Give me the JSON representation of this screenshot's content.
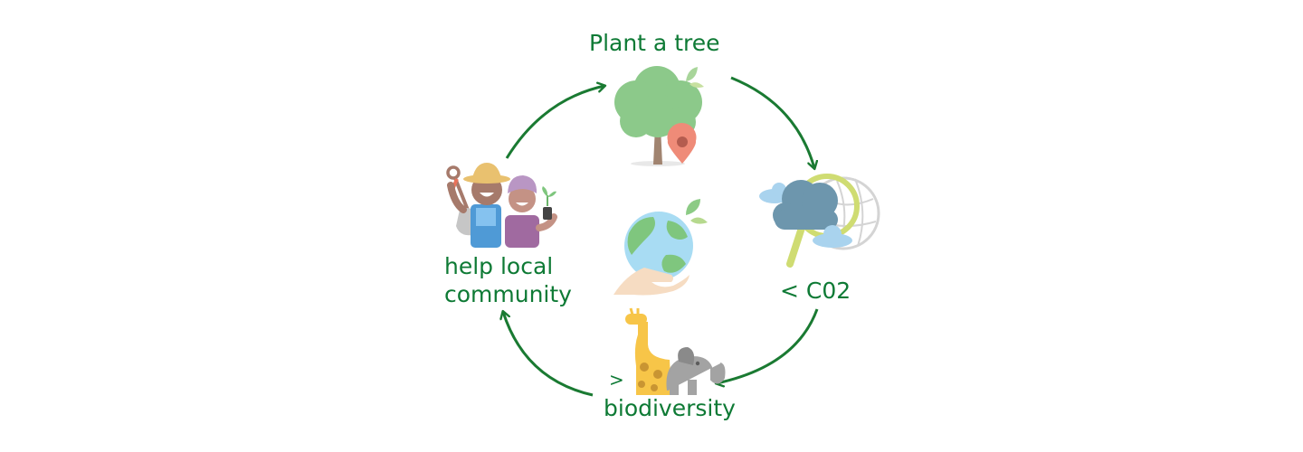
{
  "cycle": {
    "steps": [
      {
        "id": "plant",
        "label": "Plant a tree",
        "icon": "tree-with-location-pin-icon"
      },
      {
        "id": "co2",
        "label": "< C02",
        "icon": "cloud-magnifier-icon"
      },
      {
        "id": "biodiversity",
        "label_prefix": ">",
        "label": "biodiversity",
        "icon": "giraffe-elephant-icon"
      },
      {
        "id": "community",
        "label": "help local\ncommunity",
        "label_line1": "help local",
        "label_line2": "community",
        "icon": "farmers-icon"
      }
    ],
    "center_icon": "hand-holding-earth-icon",
    "colors": {
      "text": "#0e7a35",
      "arrow": "#1a7a32",
      "tree": "#8cc98a",
      "trunk": "#a18470",
      "pin": "#ef8b78",
      "cloud": "#6d96ad",
      "sky": "#a9d3ee",
      "ocean": "#a8dcf3",
      "land": "#7fc67e",
      "giraffe": "#f7c548",
      "elephant": "#9e9e9e"
    }
  }
}
